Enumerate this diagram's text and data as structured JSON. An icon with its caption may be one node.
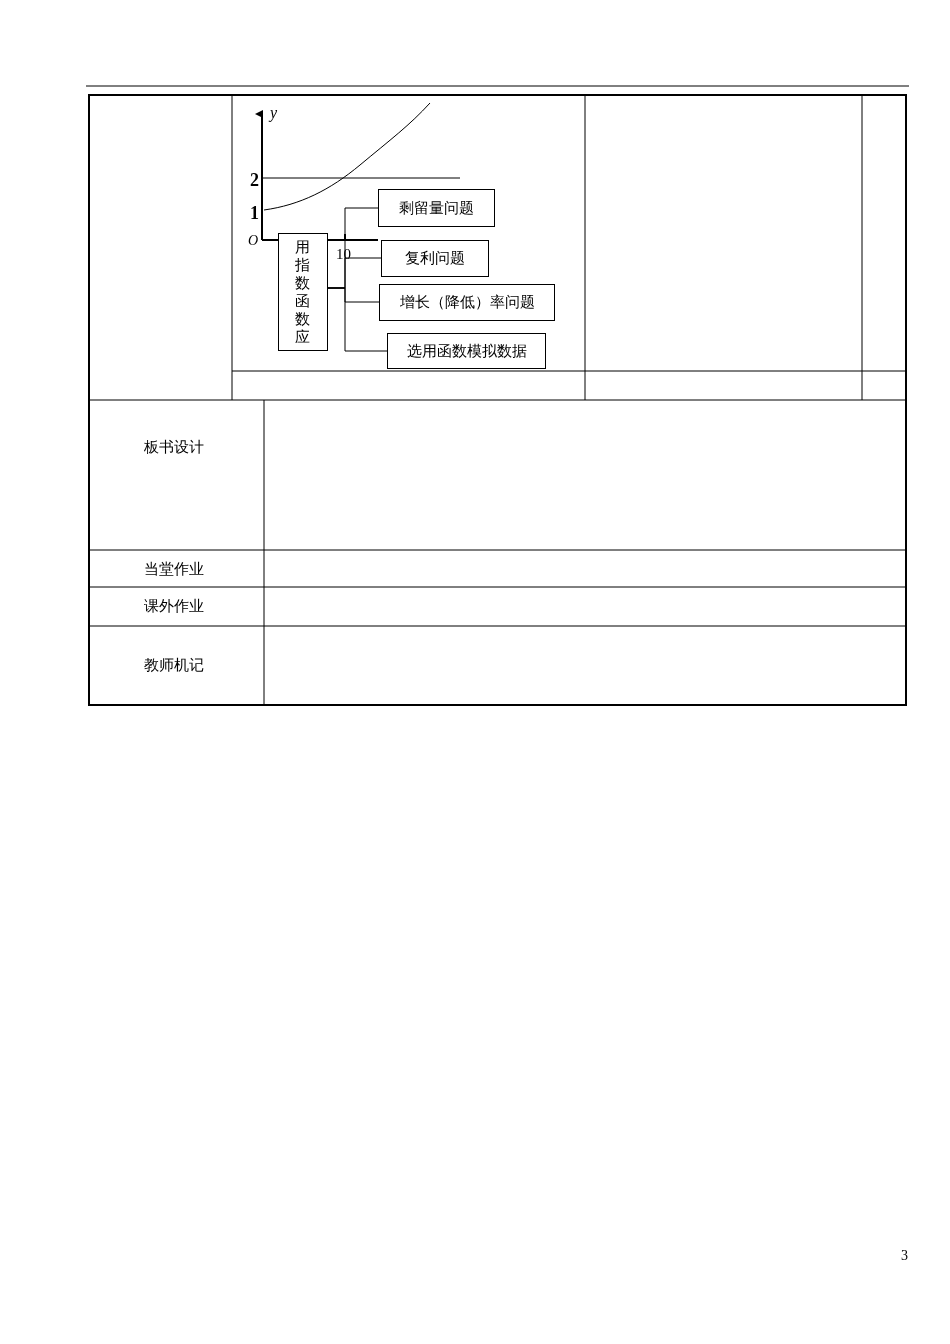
{
  "diagram": {
    "nodes": [
      {
        "text": [
          "用指数函数应"
        ]
      },
      {
        "text": [
          "剩留量问题"
        ]
      },
      {
        "text": [
          "复利问题"
        ]
      },
      {
        "text": [
          "增长（降低）率问题"
        ]
      },
      {
        "text": [
          "选用函数模拟数据"
        ]
      }
    ],
    "edges": [
      {
        "from": 0,
        "to": 1,
        "arrow": "none"
      },
      {
        "from": 0,
        "to": 2,
        "arrow": "none"
      },
      {
        "from": 0,
        "to": 3,
        "arrow": "none"
      },
      {
        "from": 0,
        "to": 4,
        "arrow": "none"
      }
    ],
    "labels": [
      "y",
      "2",
      "1",
      "O",
      "10",
      "板书设计",
      "当堂作业",
      "课外作业",
      "教师机记",
      "3"
    ]
  }
}
